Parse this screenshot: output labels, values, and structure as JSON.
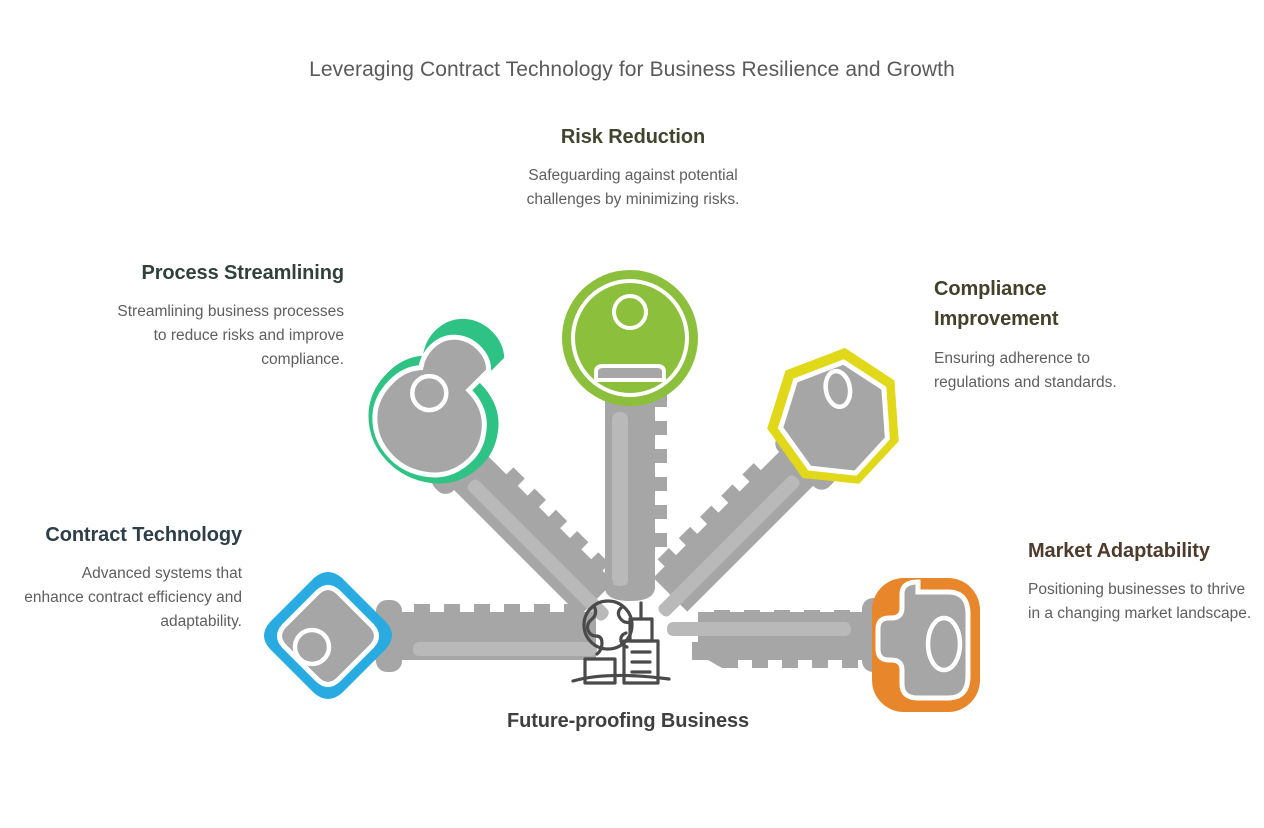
{
  "title": "Leveraging Contract Technology for Business Resilience and Growth",
  "center_icon": "globe-city-icon",
  "palette": {
    "key_body_gray": "#A6A6A6",
    "green": "#8CC03C",
    "teal": "#2FC285",
    "yellow": "#E0D818",
    "blue": "#29ABE2",
    "orange": "#E8862B",
    "title_text": "#5a5a5a",
    "body_text": "#5e5e5e"
  },
  "blocks": {
    "risk": {
      "heading": "Risk Reduction",
      "description": "Safeguarding against potential challenges by minimizing risks.",
      "color": "#8CC03C",
      "icon": "key-icon-round-head"
    },
    "process": {
      "heading": "Process Streamlining",
      "description": "Streamlining business processes to reduce risks and improve compliance.",
      "color": "#2FC285",
      "icon": "key-icon-clover-head"
    },
    "compliance": {
      "heading": "Compliance Improvement",
      "description": "Ensuring adherence to regulations and standards.",
      "color": "#E0D818",
      "icon": "key-icon-hex-head"
    },
    "contract": {
      "heading": "Contract Technology",
      "description": "Advanced systems that enhance contract efficiency and adaptability.",
      "color": "#29ABE2",
      "icon": "key-icon-diamond-head"
    },
    "market": {
      "heading": "Market Adaptability",
      "description": "Positioning businesses to thrive in a changing market landscape.",
      "color": "#E8862B",
      "icon": "key-icon-rounded-rect-head"
    },
    "future": {
      "heading": "Future-proofing Business",
      "description": "",
      "color": "#3f3f3f",
      "icon": "globe-city-icon"
    }
  }
}
